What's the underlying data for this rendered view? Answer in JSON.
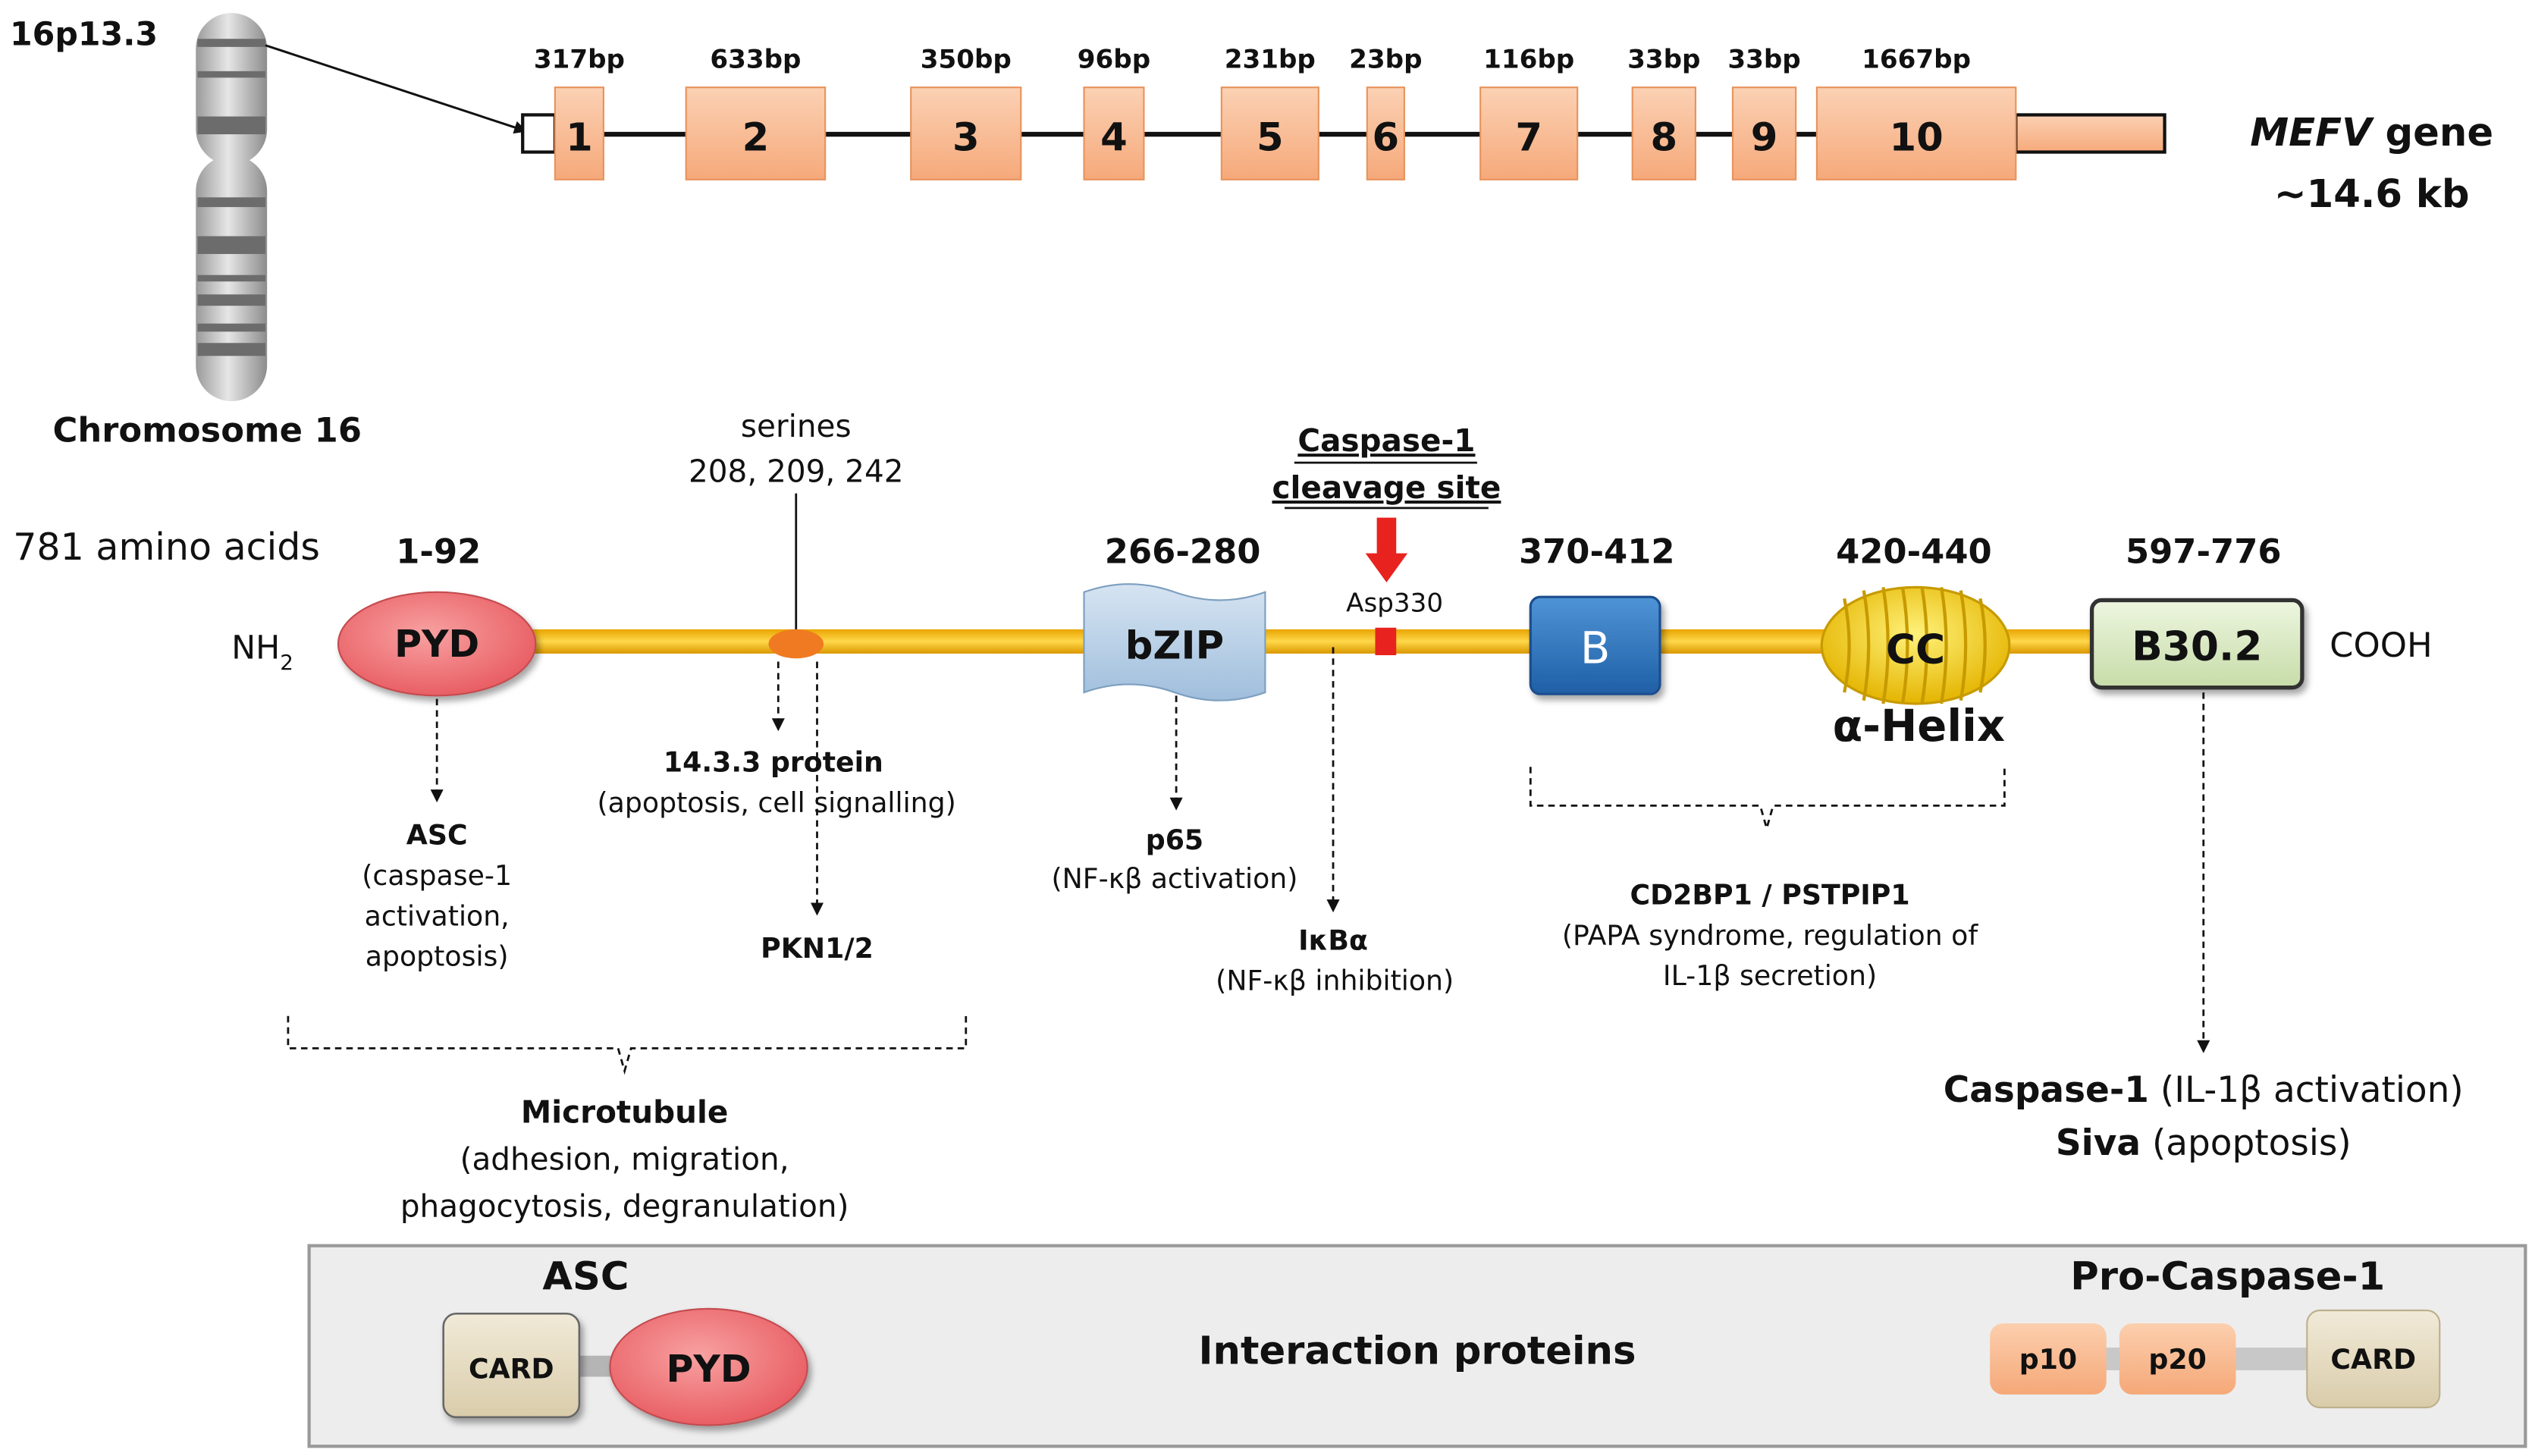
{
  "chromosome": {
    "band": "16p13.3",
    "label": "Chromosome 16"
  },
  "gene": {
    "name": "MEFV",
    "name_suffix": "gene",
    "size": "~14.6 kb",
    "exons": [
      {
        "number": "1",
        "length": "317bp"
      },
      {
        "number": "2",
        "length": "633bp"
      },
      {
        "number": "3",
        "length": "350bp"
      },
      {
        "number": "4",
        "length": "96bp"
      },
      {
        "number": "5",
        "length": "231bp"
      },
      {
        "number": "6",
        "length": "23bp"
      },
      {
        "number": "7",
        "length": "116bp"
      },
      {
        "number": "8",
        "length": "33bp"
      },
      {
        "number": "9",
        "length": "33bp"
      },
      {
        "number": "10",
        "length": "1667bp"
      }
    ]
  },
  "protein": {
    "length_label": "781 amino acids",
    "n_terminus": "NH",
    "n_terminus_sub": "2",
    "c_terminus": "COOH",
    "serines": {
      "line1": "serines",
      "line2": "208, 209, 242"
    },
    "cleavage": {
      "line1": "Caspase-1",
      "line2": "cleavage site",
      "residue": "Asp330"
    },
    "domains": [
      {
        "id": "pyd",
        "label": "PYD",
        "range": "1-92"
      },
      {
        "id": "bzip",
        "label": "bZIP",
        "range": "266-280"
      },
      {
        "id": "bbox",
        "label": "B",
        "range": "370-412"
      },
      {
        "id": "cc",
        "label": "CC",
        "range": "420-440",
        "sublabel": "α-Helix"
      },
      {
        "id": "b302",
        "label": "B30.2",
        "range": "597-776"
      }
    ]
  },
  "interactions": {
    "asc": {
      "name": "ASC",
      "lines": [
        "(caspase-1",
        "activation,",
        "apoptosis)"
      ]
    },
    "protein1433": {
      "name": "14.3.3 protein",
      "desc": "(apoptosis, cell signalling)"
    },
    "pkn": {
      "name": "PKN1/2"
    },
    "p65": {
      "name": "p65",
      "desc": "(NF-κβ activation)"
    },
    "ikba": {
      "name": "IκBα",
      "desc": "(NF-κβ inhibition)"
    },
    "cd2bp1": {
      "name": "CD2BP1 / PSTPIP1",
      "lines": [
        "(PAPA syndrome, regulation of",
        "IL-1β secretion)"
      ]
    },
    "casp1": {
      "name": "Caspase-1",
      "desc": "(IL-1β activation)"
    },
    "siva": {
      "name": "Siva",
      "desc": "(apoptosis)"
    },
    "microtubule": {
      "name": "Microtubule",
      "lines": [
        "(adhesion, migration,",
        "phagocytosis, degranulation)"
      ]
    }
  },
  "panel": {
    "title": "Interaction proteins",
    "asc": {
      "name": "ASC",
      "card": "CARD",
      "pyd": "PYD"
    },
    "procasp": {
      "name": "Pro-Caspase-1",
      "p10": "p10",
      "p20": "p20",
      "card": "CARD"
    }
  }
}
